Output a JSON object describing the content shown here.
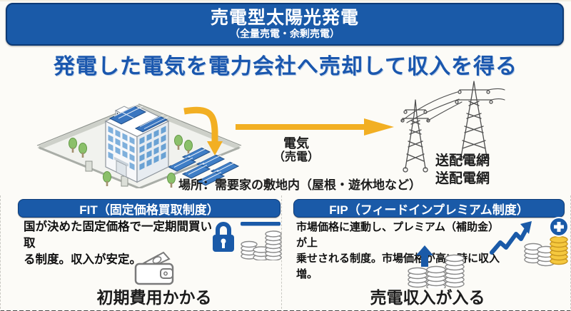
{
  "colors": {
    "brand_blue": "#1a5aa8",
    "heading_blue": "#1a57ae",
    "arrow_yellow": "#f2af23",
    "solar_panel_blue": "#3a76c0",
    "coin_outline_gray": "#8a8a8a",
    "coin_yellow": "#f5c83e",
    "text_dark": "#1c1c1c"
  },
  "title_bar": {
    "title": "売電型太陽光発電",
    "subtitle": "（全量売電・余剰売電）"
  },
  "heading": "発電した電気を電力会社へ売却して収入を得る",
  "diagram": {
    "flow_label": "電気",
    "flow_sublabel": "（売電）",
    "grid_labels": [
      "送配電網",
      "送配電網"
    ],
    "location_caption": "場所：需要家の敷地内（屋根・遊休地など）"
  },
  "fit_panel": {
    "header": "FIT（固定価格買取制度）",
    "body_lines": [
      "国が決めた固定価格で一定期間買い取",
      "る制度。収入が安定。"
    ],
    "caption": "初期費用かかる"
  },
  "fip_panel": {
    "header": "FIP（フィードインプレミアム制度）",
    "body_lines": [
      "市場価格に連動し、プレミアム（補助金）が上",
      "乗せされる制度。市場価格が高い時に収入増。"
    ],
    "caption": "売電収入が入る"
  }
}
